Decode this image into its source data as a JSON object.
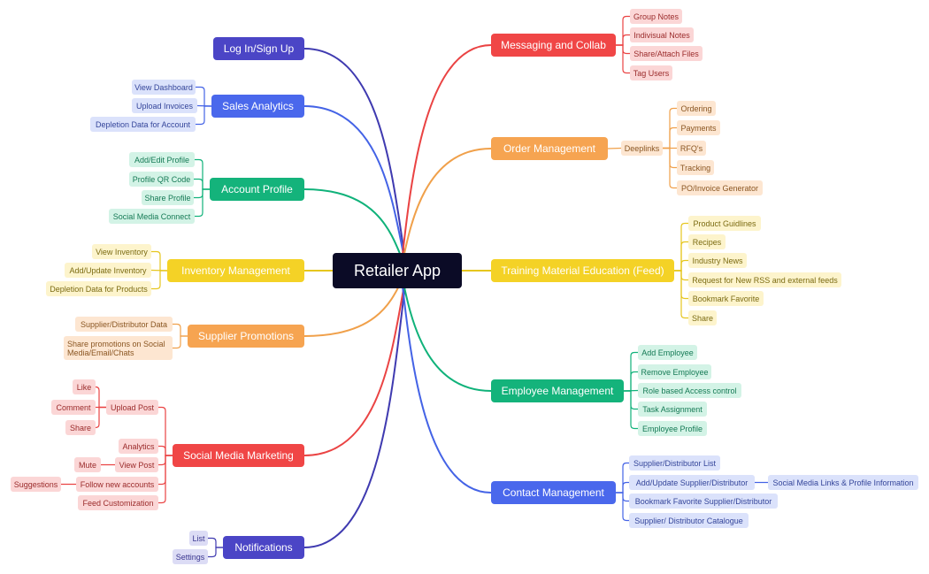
{
  "root": "Retailer App",
  "palette": {
    "indigo": {
      "line": "#3f3ab0",
      "fill": "#4b45c6",
      "leaf_bg": "#dcdcf5",
      "leaf_text": "#3b3790"
    },
    "blue": {
      "line": "#4463e6",
      "fill": "#4a68ec",
      "leaf_bg": "#dbe2fb",
      "leaf_text": "#34459a"
    },
    "green": {
      "line": "#10b27a",
      "fill": "#14b37b",
      "leaf_bg": "#d3f3e6",
      "leaf_text": "#157a55"
    },
    "yellow": {
      "line": "#e6c61e",
      "fill": "#f4d226",
      "leaf_bg": "#fdf4cc",
      "leaf_text": "#7b6b12"
    },
    "orange": {
      "line": "#f0a04a",
      "fill": "#f6a451",
      "leaf_bg": "#fde6d1",
      "leaf_text": "#8a5622"
    },
    "red": {
      "line": "#ea4343",
      "fill": "#f04646",
      "leaf_bg": "#fbd6d6",
      "leaf_text": "#9b2b2b"
    }
  },
  "branches": {
    "login": {
      "label": "Log In/Sign Up",
      "color": "indigo",
      "children": []
    },
    "sales": {
      "label": "Sales Analytics",
      "color": "blue",
      "children": [
        {
          "label": "View Dashboard"
        },
        {
          "label": "Upload Invoices"
        },
        {
          "label": "Depletion Data for Account"
        }
      ]
    },
    "account": {
      "label": "Account Profile",
      "color": "green",
      "children": [
        {
          "label": "Add/Edit Profile"
        },
        {
          "label": "Profile QR Code"
        },
        {
          "label": "Share Profile"
        },
        {
          "label": "Social Media Connect"
        }
      ]
    },
    "inventory": {
      "label": "Inventory Management",
      "color": "yellow",
      "children": [
        {
          "label": "View Inventory"
        },
        {
          "label": "Add/Update Inventory"
        },
        {
          "label": "Depletion Data for Products"
        }
      ]
    },
    "promotions": {
      "label": "Supplier Promotions",
      "color": "orange",
      "children": [
        {
          "label": "Supplier/Distributor Data"
        },
        {
          "label": "Share promotions on Social Media/Email/Chats"
        }
      ]
    },
    "social": {
      "label": "Social Media Marketing",
      "color": "red",
      "children": [
        {
          "label": "Upload Post",
          "children": [
            {
              "label": "Like"
            },
            {
              "label": "Comment"
            },
            {
              "label": "Share"
            }
          ]
        },
        {
          "label": "Analytics"
        },
        {
          "label": "View Post",
          "children": [
            {
              "label": "Mute"
            }
          ]
        },
        {
          "label": "Follow new accounts",
          "children": [
            {
              "label": "Suggestions"
            }
          ]
        },
        {
          "label": "Feed Customization"
        }
      ]
    },
    "notifications": {
      "label": "Notifications",
      "color": "indigo",
      "children": [
        {
          "label": "List"
        },
        {
          "label": "Settings"
        }
      ]
    },
    "messaging": {
      "label": "Messaging and Collab",
      "color": "red",
      "children": [
        {
          "label": "Group Notes"
        },
        {
          "label": "Indivisual Notes"
        },
        {
          "label": "Share/Attach Files"
        },
        {
          "label": "Tag Users"
        }
      ]
    },
    "orders": {
      "label": "Order Management",
      "color": "orange",
      "children": [
        {
          "label": "Deeplinks",
          "children": [
            {
              "label": "Ordering"
            },
            {
              "label": "Payments"
            },
            {
              "label": "RFQ's"
            },
            {
              "label": "Tracking"
            },
            {
              "label": "PO/Invoice Generator"
            }
          ]
        }
      ]
    },
    "training": {
      "label": "Training Material Education (Feed)",
      "color": "yellow",
      "children": [
        {
          "label": "Product Guidlines"
        },
        {
          "label": "Recipes"
        },
        {
          "label": "Industry News"
        },
        {
          "label": "Request for New RSS and external feeds"
        },
        {
          "label": "Bookmark Favorite"
        },
        {
          "label": "Share"
        }
      ]
    },
    "employees": {
      "label": "Employee Management",
      "color": "green",
      "children": [
        {
          "label": "Add Employee"
        },
        {
          "label": "Remove Employee"
        },
        {
          "label": "Role based Access control"
        },
        {
          "label": "Task Assignment"
        },
        {
          "label": "Employee Profile"
        }
      ]
    },
    "contacts": {
      "label": "Contact Management",
      "color": "blue",
      "children": [
        {
          "label": "Supplier/Distributor List"
        },
        {
          "label": "Add/Update Supplier/Distributor",
          "children": [
            {
              "label": "Social Media Links & Profile Information"
            }
          ]
        },
        {
          "label": "Bookmark Favorite Supplier/Distributor"
        },
        {
          "label": "Supplier/ Distributor Catalogue"
        }
      ]
    }
  }
}
